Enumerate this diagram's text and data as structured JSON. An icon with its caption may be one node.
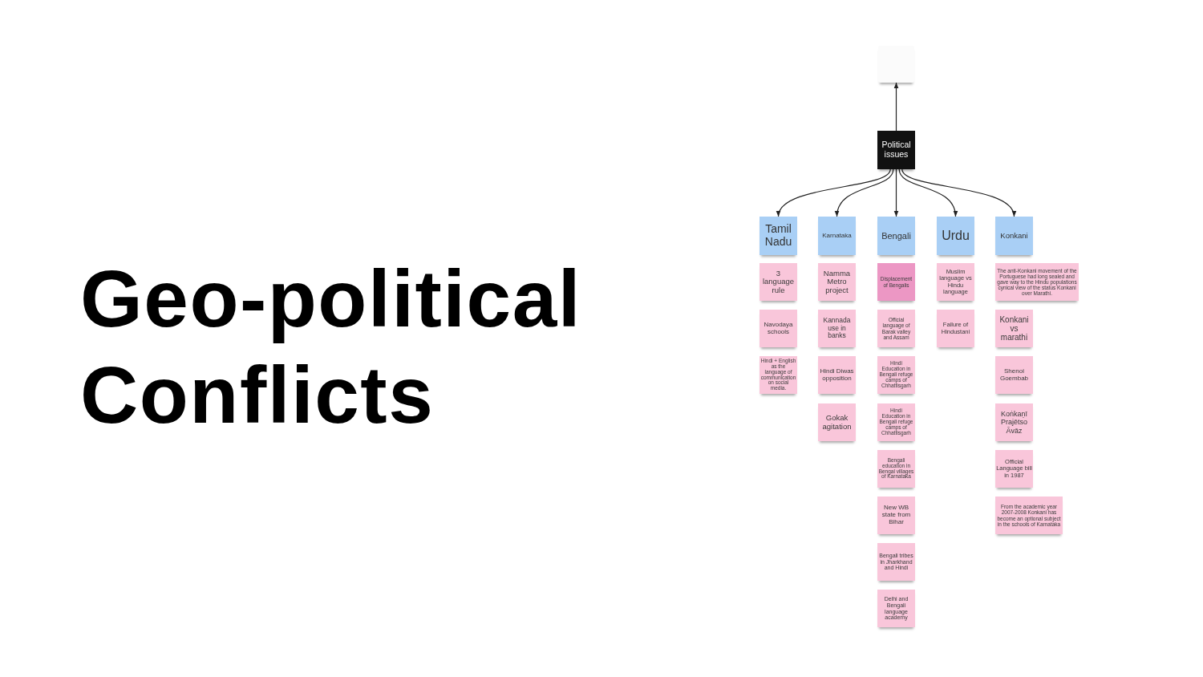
{
  "diagram": {
    "title": "Geo-political Conflicts",
    "nodes": [
      {
        "text": [],
        "shape": "box"
      },
      {
        "text": [
          "Political issues"
        ]
      },
      {
        "text": [
          "Tamil Nadu"
        ]
      },
      {
        "text": [
          "Karnataka"
        ]
      },
      {
        "text": [
          "Bengali"
        ]
      },
      {
        "text": [
          "Urdu"
        ]
      },
      {
        "text": [
          "Konkani"
        ]
      },
      {
        "text": [
          "3 language rule"
        ]
      },
      {
        "text": [
          "Navodaya schools"
        ]
      },
      {
        "text": [
          "Hindi + English as the language of communication on social media."
        ]
      },
      {
        "text": [
          "Namma Metro project"
        ]
      },
      {
        "text": [
          "Kannada use in banks"
        ]
      },
      {
        "text": [
          "Hindi Diwas opposition"
        ]
      },
      {
        "text": [
          "Gokak agitation"
        ]
      },
      {
        "text": [
          "Displacement of Bengalis"
        ]
      },
      {
        "text": [
          "Official language of Barak valley and Assam"
        ]
      },
      {
        "text": [
          "Hindi Education in Bengali refuge camps of Chhattisgarh"
        ]
      },
      {
        "text": [
          "Hindi Education in Bengali refuge camps of Chhattisgarh"
        ]
      },
      {
        "text": [
          "Bengali education in Bengal villages of Karnataka"
        ]
      },
      {
        "text": [
          "New WB state from Bihar"
        ]
      },
      {
        "text": [
          "Bengali tribes in Jharkhand and Hindi"
        ]
      },
      {
        "text": [
          "Delhi and Bengali language academy"
        ]
      },
      {
        "text": [
          "Muslim language vs Hindu language"
        ]
      },
      {
        "text": [
          "Failure of Hindustani"
        ]
      },
      {
        "text": [
          "The anti-Konkani movement of the Portuguese had long sealed and gave way to the Hindu populations cynical view of the status Konkani over Marathi."
        ]
      },
      {
        "text": [
          "Konkani vs marathi"
        ]
      },
      {
        "text": [
          "Shenoi Goembab"
        ]
      },
      {
        "text": [
          "Koṅkaṇī Prajētso Āvāz"
        ]
      },
      {
        "text": [
          "Official Language bill in 1987"
        ]
      },
      {
        "text": [
          "From the academic year 2007-2008 Konkani has become an optional subject in the schools of Karnataka"
        ]
      }
    ],
    "edges": [
      {
        "from": 1,
        "to": 0,
        "arrow": "to"
      },
      {
        "from": 1,
        "to": 2,
        "arrow": "to"
      },
      {
        "from": 1,
        "to": 3,
        "arrow": "to"
      },
      {
        "from": 1,
        "to": 4,
        "arrow": "to"
      },
      {
        "from": 1,
        "to": 5,
        "arrow": "to"
      },
      {
        "from": 1,
        "to": 6,
        "arrow": "to"
      }
    ]
  }
}
